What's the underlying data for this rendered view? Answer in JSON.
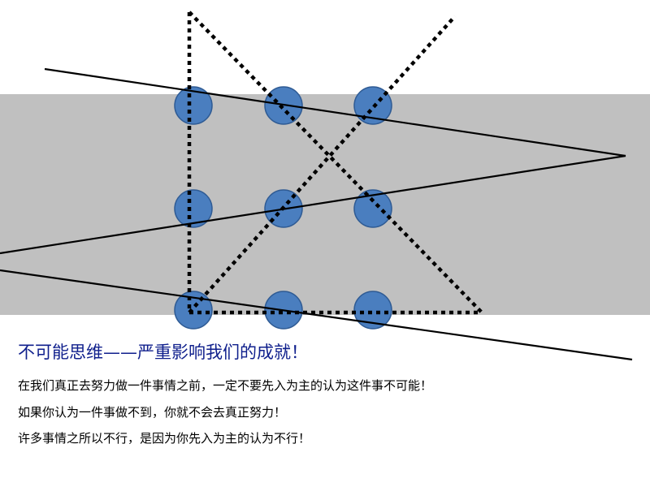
{
  "colors": {
    "band": "#c0c0c0",
    "dot_fill": "#4a7ebf",
    "dot_stroke": "#2f5b94",
    "line": "#000000",
    "title": "#0f1f8c"
  },
  "title": "不可能思维——严重影响我们的成就！",
  "body_lines": [
    "在我们真正去努力做一件事情之前，一定不要先入为主的认为这件事不可能！",
    "如果你认为一件事做不到，你就不会去真正努力！",
    "许多事情之所以不行，是因为你先入为主的认为不行！"
  ]
}
